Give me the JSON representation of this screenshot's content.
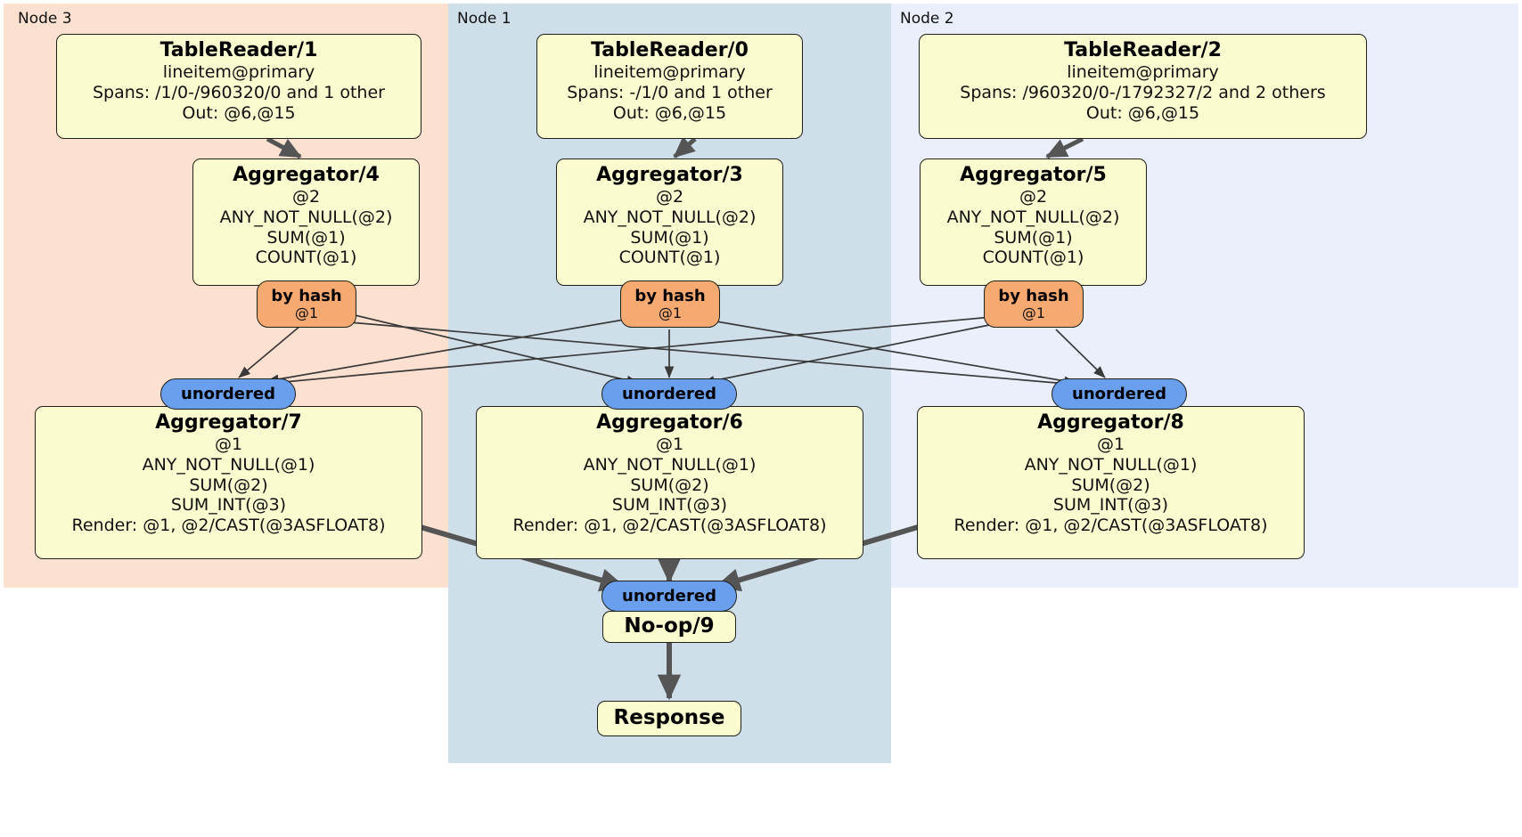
{
  "diagram": {
    "type": "distributed-query-plan",
    "colors": {
      "node3_bg": "#fce1d1",
      "node1_bg": "#cfdfe9",
      "node2_bg": "#eaeffb",
      "processor_bg": "#fbfbd0",
      "processor_border": "#20201a",
      "hash_pill_bg": "#f6a970",
      "unordered_pill_bg": "#6a9fee",
      "edge_thin": "#3a3a3a",
      "edge_thick": "#4a4a4a"
    }
  },
  "regions": [
    {
      "id": "node3",
      "label": "Node 3"
    },
    {
      "id": "node1",
      "label": "Node 1"
    },
    {
      "id": "node2",
      "label": "Node 2"
    }
  ],
  "processors": {
    "tablereader_1": {
      "title": "TableReader/1",
      "lines": [
        "lineitem@primary",
        "Spans: /1/0-/960320/0 and 1 other",
        "Out: @6,@15"
      ]
    },
    "tablereader_0": {
      "title": "TableReader/0",
      "lines": [
        "lineitem@primary",
        "Spans: -/1/0 and 1 other",
        "Out: @6,@15"
      ]
    },
    "tablereader_2": {
      "title": "TableReader/2",
      "lines": [
        "lineitem@primary",
        "Spans: /960320/0-/1792327/2 and 2 others",
        "Out: @6,@15"
      ]
    },
    "aggregator_4": {
      "title": "Aggregator/4",
      "lines": [
        "@2",
        "ANY_NOT_NULL(@2)",
        "SUM(@1)",
        "COUNT(@1)"
      ]
    },
    "aggregator_3": {
      "title": "Aggregator/3",
      "lines": [
        "@2",
        "ANY_NOT_NULL(@2)",
        "SUM(@1)",
        "COUNT(@1)"
      ]
    },
    "aggregator_5": {
      "title": "Aggregator/5",
      "lines": [
        "@2",
        "ANY_NOT_NULL(@2)",
        "SUM(@1)",
        "COUNT(@1)"
      ]
    },
    "aggregator_7": {
      "title": "Aggregator/7",
      "lines": [
        "@1",
        "ANY_NOT_NULL(@1)",
        "SUM(@2)",
        "SUM_INT(@3)",
        "Render: @1, @2/CAST(@3ASFLOAT8)"
      ]
    },
    "aggregator_6": {
      "title": "Aggregator/6",
      "lines": [
        "@1",
        "ANY_NOT_NULL(@1)",
        "SUM(@2)",
        "SUM_INT(@3)",
        "Render: @1, @2/CAST(@3ASFLOAT8)"
      ]
    },
    "aggregator_8": {
      "title": "Aggregator/8",
      "lines": [
        "@1",
        "ANY_NOT_NULL(@1)",
        "SUM(@2)",
        "SUM_INT(@3)",
        "Render: @1, @2/CAST(@3ASFLOAT8)"
      ]
    },
    "noop_9": {
      "title": "No-op/9",
      "lines": []
    },
    "response": {
      "title": "Response",
      "lines": []
    }
  },
  "pills": {
    "hash_left": {
      "title": "by hash",
      "sub": "@1"
    },
    "hash_center": {
      "title": "by hash",
      "sub": "@1"
    },
    "hash_right": {
      "title": "by hash",
      "sub": "@1"
    },
    "unordered_left": {
      "title": "unordered",
      "sub": ""
    },
    "unordered_center": {
      "title": "unordered",
      "sub": ""
    },
    "unordered_right": {
      "title": "unordered",
      "sub": ""
    },
    "unordered_final": {
      "title": "unordered",
      "sub": ""
    }
  }
}
